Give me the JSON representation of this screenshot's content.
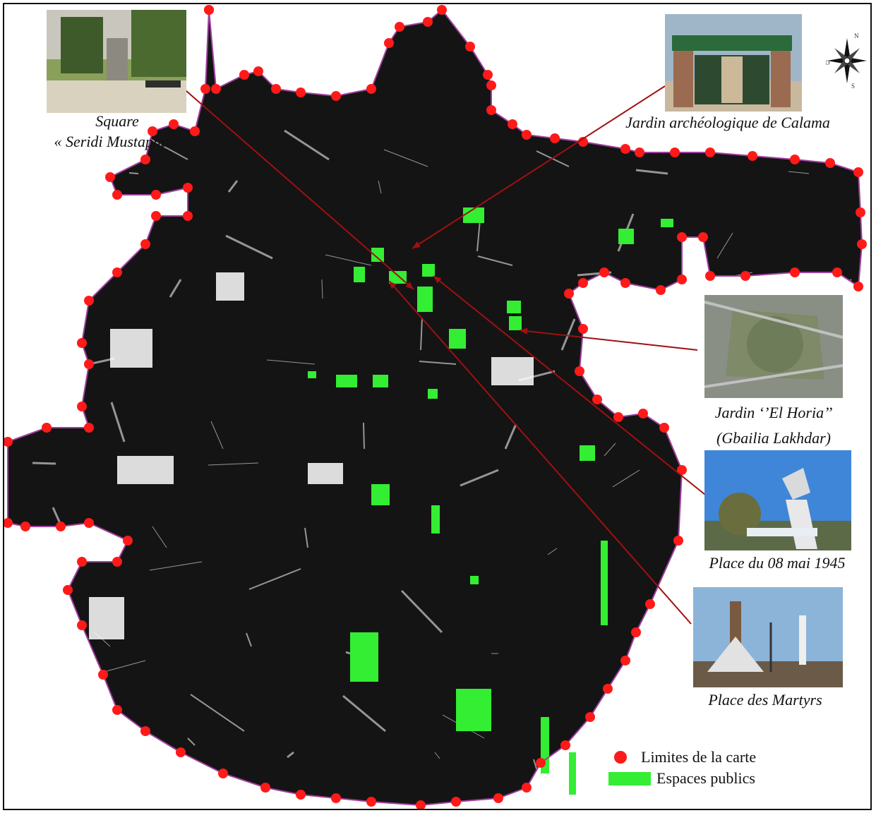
{
  "map": {
    "colors": {
      "boundary": "#a040a0",
      "boundary_dot": "#ff1a1a",
      "urban": "#141414",
      "public_space": "#33ee33",
      "leader_line": "#a01010"
    }
  },
  "photos": [
    {
      "id": "square",
      "caption_lines": [
        "Square",
        "« Seridi Mustapha »"
      ]
    },
    {
      "id": "calama",
      "caption_lines": [
        "Jardin archéologique de Calama"
      ]
    },
    {
      "id": "horia",
      "caption_lines": [
        "Jardin ‘’El Horia’’",
        "(Gbailia Lakhdar)"
      ]
    },
    {
      "id": "mai1945",
      "caption_lines": [
        "Place du 08 mai 1945"
      ]
    },
    {
      "id": "martyrs",
      "caption_lines": [
        "Place des Martyrs"
      ]
    }
  ],
  "legend": {
    "items": [
      {
        "label": "Limites de la carte",
        "color": "#ff1a1a"
      },
      {
        "label": "Espaces publics",
        "color": "#33ee33"
      }
    ]
  },
  "compass": {
    "north": "N",
    "south": "S",
    "west": "O"
  }
}
